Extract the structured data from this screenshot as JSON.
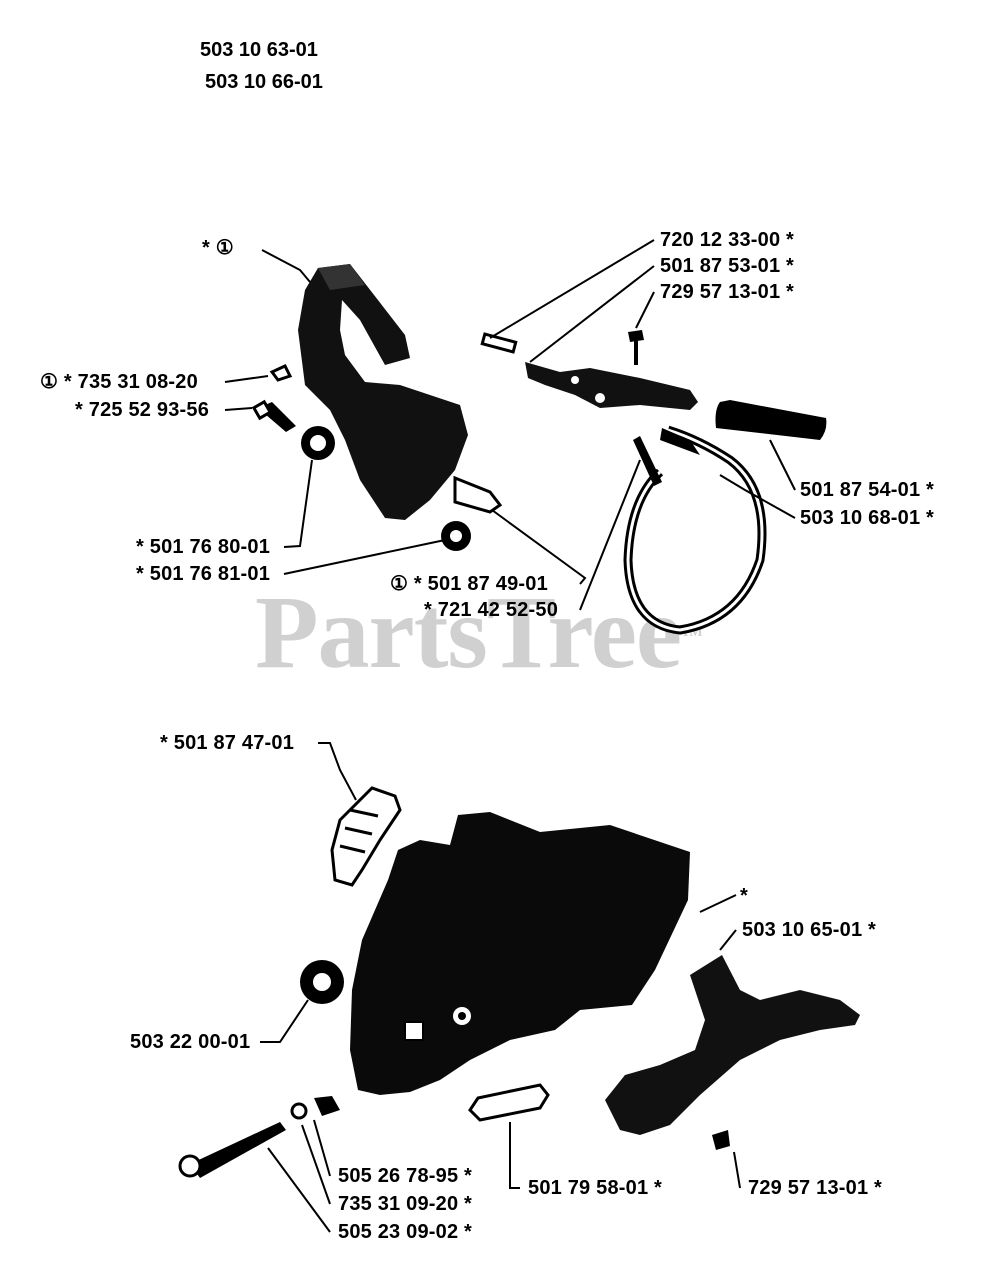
{
  "header": {
    "model_codes": [
      "503 10 63-01",
      "503 10 66-01"
    ]
  },
  "watermark": {
    "text": "PartsTree",
    "mark": "TM"
  },
  "labels": {
    "l01": "* ①",
    "l02": "720 12 33-00  *",
    "l03": "501 87 53-01  *",
    "l04": "729 57 13-01  *",
    "l05": "①  *  735 31 08-20",
    "l06": "*  725 52 93-56",
    "l07": "501 87 54-01  *",
    "l08": "503 10 68-01  *",
    "l09": "*  501 76 80-01",
    "l10": "*  501 76 81-01",
    "l11": "①  *  501 87 49-01",
    "l12": "*  721 42 52-50",
    "l13": "*  501 87 47-01",
    "l14": "*",
    "l15": "503 10 65-01  *",
    "l16": "503 22 00-01",
    "l17": "505 26 78-95  *",
    "l18": "735 31 09-20  *",
    "l19": "505 23 09-02  *",
    "l20": "501 79 58-01  *",
    "l21": "729 57 13-01  *"
  }
}
